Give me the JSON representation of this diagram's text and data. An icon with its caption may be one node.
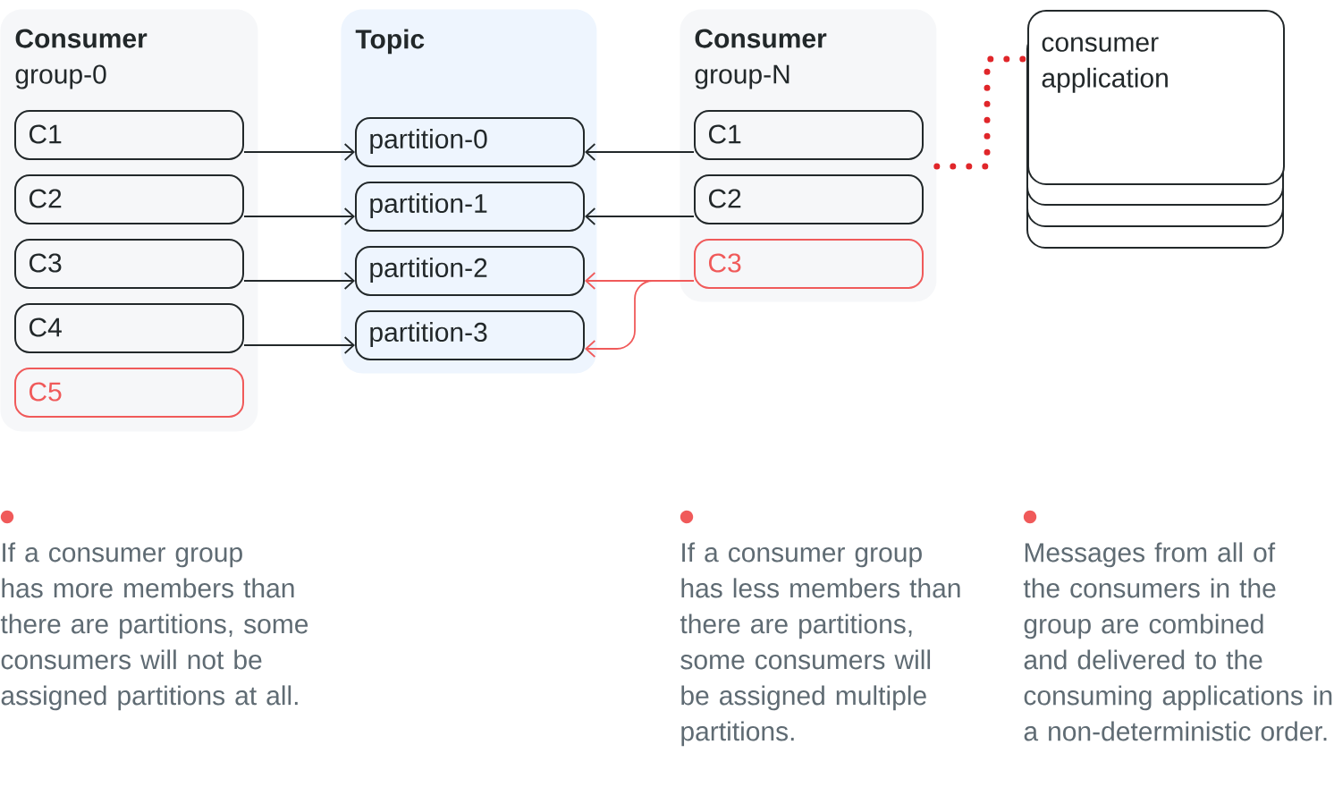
{
  "diagram": {
    "nodes": [
      {
        "text": [
          "Consumer",
          "group-0"
        ]
      },
      {
        "text": [
          "C1"
        ],
        "in": 0
      },
      {
        "text": [
          "C2"
        ],
        "in": 0
      },
      {
        "text": [
          "C3"
        ],
        "in": 0
      },
      {
        "text": [
          "C4"
        ],
        "in": 0
      },
      {
        "text": [
          "C5"
        ],
        "in": 0
      },
      {
        "text": [
          "Topic"
        ]
      },
      {
        "text": [
          "partition-0"
        ],
        "in": 6
      },
      {
        "text": [
          "partition-1"
        ],
        "in": 6
      },
      {
        "text": [
          "partition-2"
        ],
        "in": 6
      },
      {
        "text": [
          "partition-3"
        ],
        "in": 6
      },
      {
        "text": [
          "Consumer",
          "group-N"
        ]
      },
      {
        "text": [
          "C1"
        ],
        "in": 11
      },
      {
        "text": [
          "C2"
        ],
        "in": 11
      },
      {
        "text": [
          "C3"
        ],
        "in": 11
      },
      {
        "text": [
          "consumer application"
        ]
      }
    ],
    "edges": [
      {
        "from": 1,
        "to": 7,
        "arrow": "to"
      },
      {
        "from": 2,
        "to": 8,
        "arrow": "to"
      },
      {
        "from": 3,
        "to": 9,
        "arrow": "to"
      },
      {
        "from": 4,
        "to": 10,
        "arrow": "to"
      },
      {
        "from": 12,
        "to": 7,
        "arrow": "to"
      },
      {
        "from": 13,
        "to": 8,
        "arrow": "to"
      },
      {
        "from": 14,
        "to": 9,
        "arrow": "to",
        "color": "#f05a5a"
      },
      {
        "from": 14,
        "to": 10,
        "arrow": "to",
        "color": "#f05a5a"
      },
      {
        "from": 11,
        "to": 15,
        "arrow": "none",
        "style": "dashed",
        "color": "#e0262a"
      }
    ],
    "labels": [
      "If a consumer group has more members than there are partitions, some consumers will not be assigned partitions at all.",
      "If a consumer group has less members than there are partitions, some consumers will be assigned multiple partitions.",
      "Messages from all of the consumers in the group are combined and delivered to the consuming applications in a non-deterministic order."
    ]
  }
}
